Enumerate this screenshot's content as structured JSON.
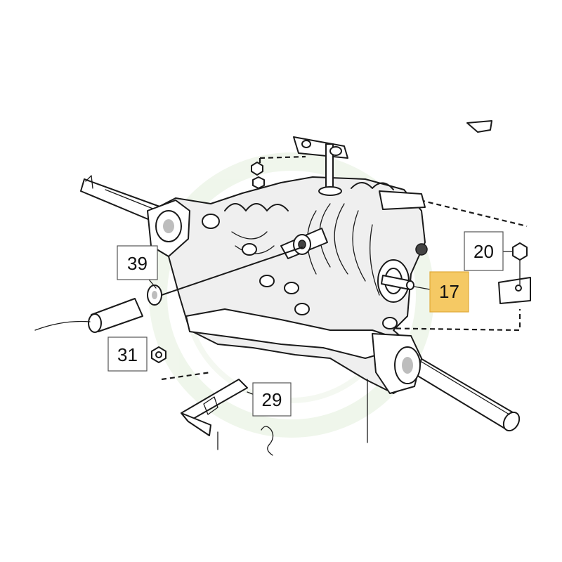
{
  "diagram": {
    "callouts": [
      {
        "id": "39",
        "label": "39",
        "highlighted": false
      },
      {
        "id": "31",
        "label": "31",
        "highlighted": false
      },
      {
        "id": "29",
        "label": "29",
        "highlighted": false
      },
      {
        "id": "20",
        "label": "20",
        "highlighted": false
      },
      {
        "id": "17",
        "label": "17",
        "highlighted": true
      }
    ],
    "highlight_color": "#f5c964",
    "watermark_color": "#d7e8cf"
  }
}
